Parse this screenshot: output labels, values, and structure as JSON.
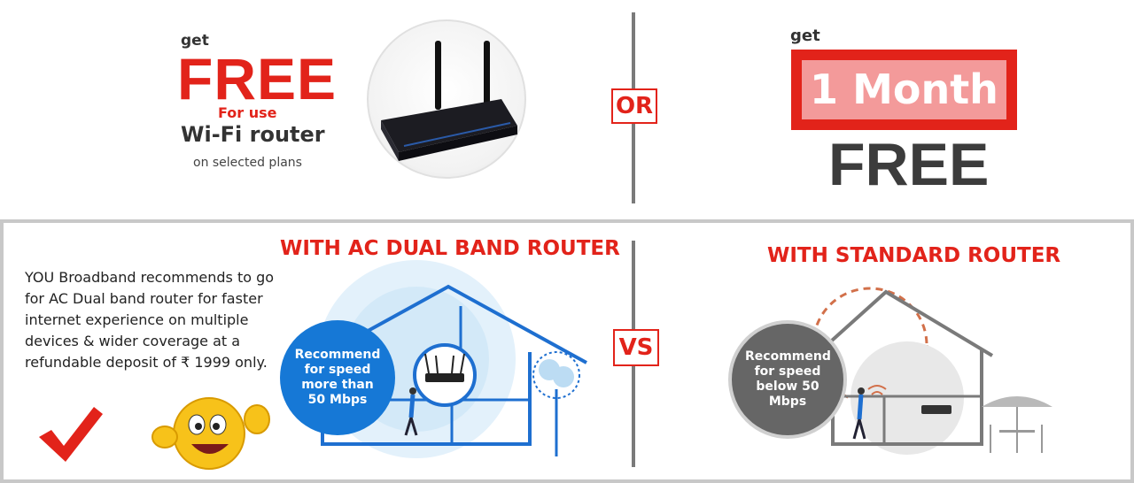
{
  "top": {
    "left_offer": {
      "get": "get",
      "free": "FREE",
      "for_use": "For use",
      "product": "Wi-Fi router",
      "condition": "on selected plans"
    },
    "or": "OR",
    "right_offer": {
      "get": "get",
      "highlight": "1 Month",
      "free": "FREE"
    }
  },
  "bottom": {
    "description": "YOU Broadband recommends to go for AC Dual band router for faster internet experience on multiple devices & wider coverage at a refundable deposit of ₹ 1999 only.",
    "ac": {
      "heading": "WITH AC DUAL BAND ROUTER",
      "badge": "Recommend for speed more than 50 Mbps"
    },
    "vs": "VS",
    "standard": {
      "heading": "WITH STANDARD ROUTER",
      "badge": "Recommend for speed below 50 Mbps"
    }
  },
  "colors": {
    "brand_red": "#e2231a",
    "ac_blue": "#1678d6",
    "standard_gray": "#666666",
    "signal_orange": "#d2704a"
  },
  "icons": [
    "wifi-router-image",
    "checkmark-icon",
    "thumbs-up-emoji-icon",
    "house-ac-illustration",
    "house-standard-illustration",
    "tree-icon",
    "patio-umbrella-icon"
  ]
}
